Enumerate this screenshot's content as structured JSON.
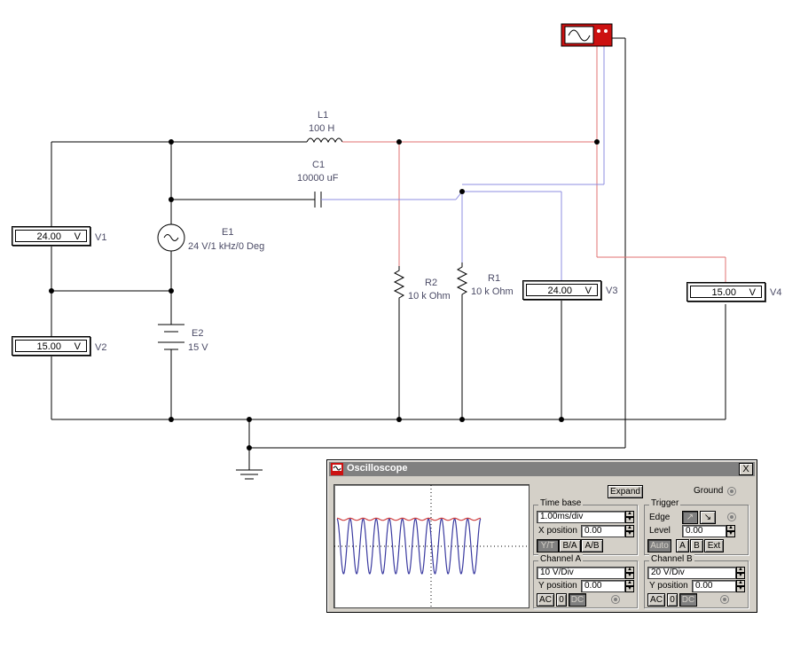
{
  "components": {
    "l1": {
      "name": "L1",
      "value": "100 H"
    },
    "c1": {
      "name": "C1",
      "value": "10000 uF"
    },
    "e1": {
      "name": "E1",
      "value": "24 V/1 kHz/0 Deg"
    },
    "e2": {
      "name": "E2",
      "value": "15 V"
    },
    "r1": {
      "name": "R1",
      "value": "10 k Ohm"
    },
    "r2": {
      "name": "R2",
      "value": "10 k Ohm"
    }
  },
  "meters": {
    "v1": {
      "name": "V1",
      "value": "24.00",
      "unit": "V"
    },
    "v2": {
      "name": "V2",
      "value": "15.00",
      "unit": "V"
    },
    "v3": {
      "name": "V3",
      "value": "24.00",
      "unit": "V"
    },
    "v4": {
      "name": "V4",
      "value": "15.00",
      "unit": "V"
    }
  },
  "oscilloscope": {
    "title": "Oscilloscope",
    "close_label": "X",
    "expand_label": "Expand",
    "ground_label": "Ground",
    "timebase": {
      "title": "Time base",
      "value": "1.00ms/div",
      "xpos_label": "X position",
      "xpos_value": "0.00",
      "modes": [
        "Y/T",
        "B/A",
        "A/B"
      ]
    },
    "trigger": {
      "title": "Trigger",
      "edge_label": "Edge",
      "level_label": "Level",
      "level_value": "0.00",
      "modes": [
        "Auto",
        "A",
        "B",
        "Ext"
      ]
    },
    "channel_a": {
      "title": "Channel A",
      "value": "10  V/Div",
      "ypos_label": "Y position",
      "ypos_value": "0.00",
      "coupling": [
        "AC",
        "0",
        "DC"
      ]
    },
    "channel_b": {
      "title": "Channel B",
      "value": "20  V/Div",
      "ypos_label": "Y position",
      "ypos_value": "0.00",
      "coupling": [
        "AC",
        "0",
        "DC"
      ]
    },
    "traces": {
      "channel_a_color": "#3a3aa0",
      "channel_b_color": "#d04040",
      "cycles": 11
    }
  },
  "colors": {
    "wire": "#000000",
    "channel_a_wire": "#8c8ce0",
    "channel_b_wire": "#e07070",
    "scope_icon": "#cc1111"
  }
}
